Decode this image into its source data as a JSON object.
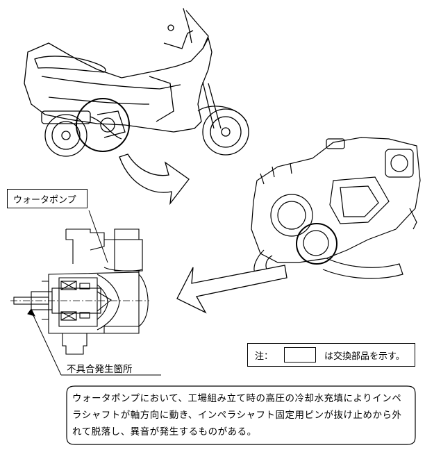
{
  "pump_label": "ウォータポンプ",
  "defect_label": "不具合発生箇所",
  "legend": {
    "prefix": "注：",
    "suffix": "は交換部品を示す。"
  },
  "description": "ウォータポンプにおいて、工場組み立て時の高圧の冷却水充填によりインペラシャフトが軸方向に動き、インペラシャフト固定用ピンが抜け止めから外れて脱落し、異音が発生するものがある。",
  "colors": {
    "line": "#000000",
    "background": "#ffffff"
  }
}
